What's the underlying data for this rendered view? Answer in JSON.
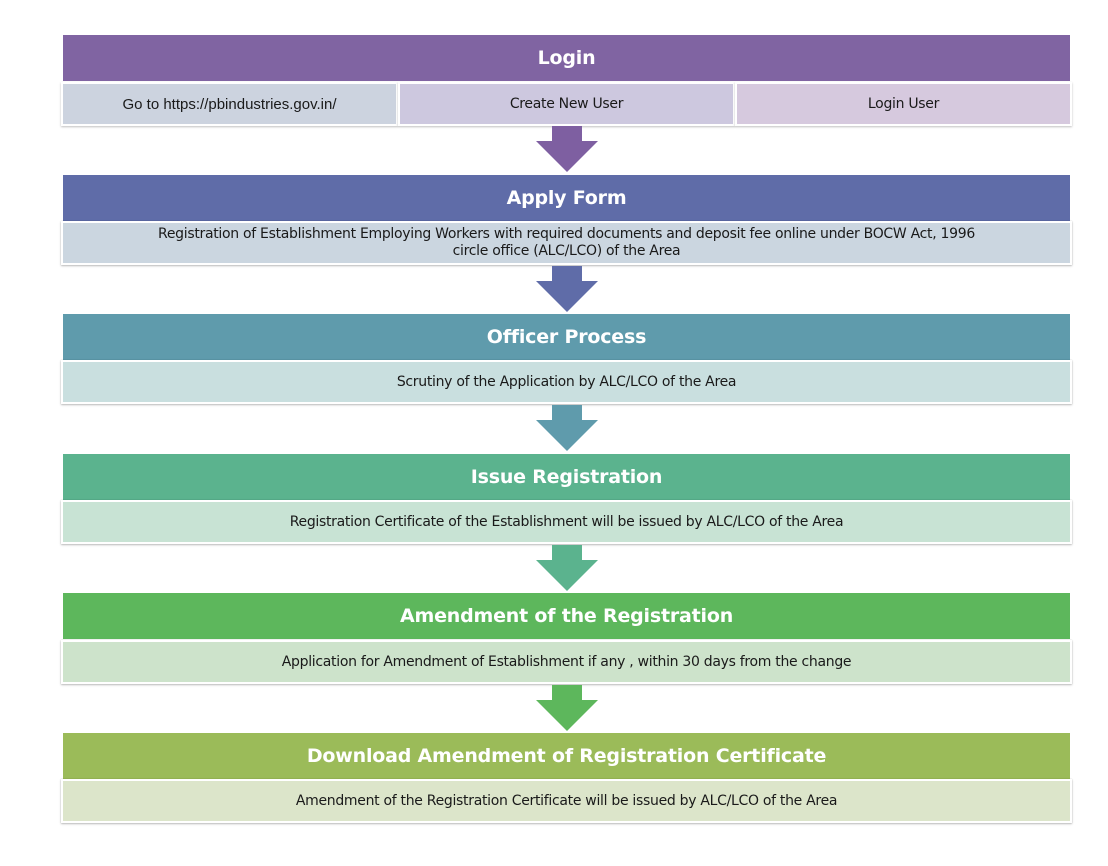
{
  "colors": {
    "login": "#8064a2",
    "apply": "#5f6ca8",
    "officer": "#5f9bac",
    "issue": "#5bb38e",
    "amend": "#5db75c",
    "download": "#9bbb59"
  },
  "login": {
    "title": "Login",
    "steps": [
      "Go to https://pbindustries.gov.in/",
      "Create New User",
      "Login User"
    ]
  },
  "apply": {
    "title": "Apply Form",
    "line1": "Registration of Establishment Employing Workers with required documents and deposit fee online  under  BOCW Act, 1996",
    "line2": "circle office (ALC/LCO) of the Area"
  },
  "officer": {
    "title": "Officer Process",
    "text": "Scrutiny of the Application by ALC/LCO of the Area"
  },
  "issue": {
    "title": "Issue Registration",
    "text": "Registration Certificate of the  Establishment will be issued  by ALC/LCO of the Area"
  },
  "amendment": {
    "title": "Amendment  of the Registration",
    "text": "Application for Amendment of  Establishment if any , within 30 days from the change"
  },
  "download": {
    "title": "Download Amendment of  Registration Certificate",
    "text": "Amendment of  the Registration Certificate  will be issued by ALC/LCO of the Area"
  }
}
